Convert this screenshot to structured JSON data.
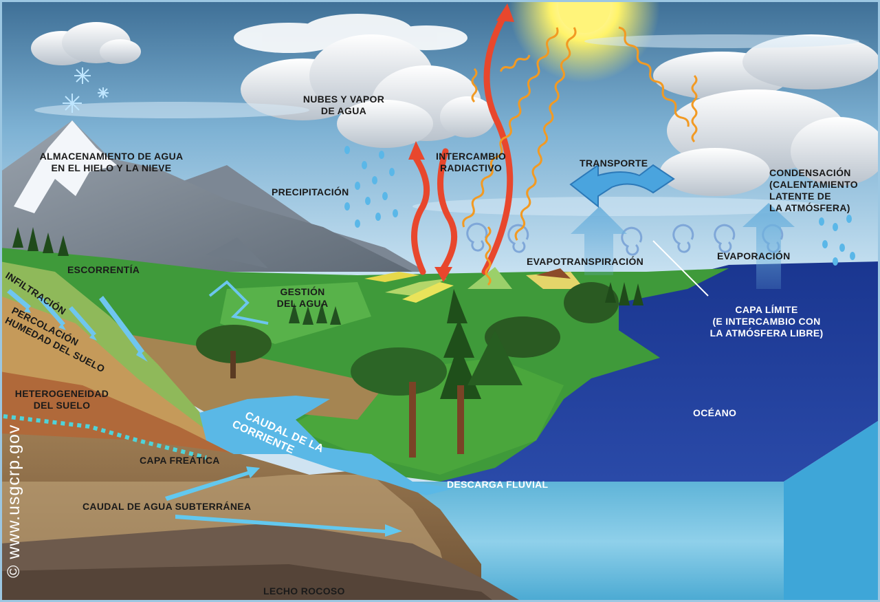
{
  "credit": "© www.usgcrp.gov",
  "labels": {
    "almacenamiento": [
      "ALMACENAMIENTO DE AGUA",
      "EN EL HIELO Y LA NIEVE"
    ],
    "nubes": [
      "NUBES Y VAPOR",
      "DE AGUA"
    ],
    "intercambio": [
      "INTERCAMBIO",
      "RADIACTIVO"
    ],
    "transporte": "TRANSPORTE",
    "condensacion": [
      "CONDENSACIÓN",
      "(CALENTAMIENTO",
      "LATENTE DE",
      "LA ATMÓSFERA)"
    ],
    "precipitacion": "PRECIPITACIÓN",
    "escorrentia": "ESCORRENTÍA",
    "evapotranspiracion": "EVAPOTRANSPIRACIÓN",
    "evaporacion": "EVAPORACIÓN",
    "infiltracion": "INFILTRACIÓN",
    "gestion": [
      "GESTIÓN",
      "DEL AGUA"
    ],
    "percolacion": [
      "PERCOLACIÓN",
      "HUMEDAD DEL SUELO"
    ],
    "capa_limite": [
      "CAPA LÍMITE",
      "(E INTERCAMBIO CON",
      "LA ATMÓSFERA LIBRE)"
    ],
    "heterogeneidad": [
      "HETEROGENEIDAD",
      "DEL SUELO"
    ],
    "oceano": "OCÉANO",
    "caudal_corriente": [
      "CAUDAL DE LA",
      "CORRIENTE"
    ],
    "capa_freatica": "CAPA FREÁTICA",
    "descarga": "DESCARGA FLUVIAL",
    "caudal_subterranea": "CAUDAL DE AGUA SUBTERRÁNEA",
    "lecho": "LECHO ROCOSO"
  },
  "colors": {
    "sky": "#6a9fc4",
    "ocean": "#1d3a93",
    "land": "#3f9a3a",
    "arrow_red": "#e8472d",
    "wave_orange": "#f29a23",
    "water_blue": "#5cc3ea"
  }
}
